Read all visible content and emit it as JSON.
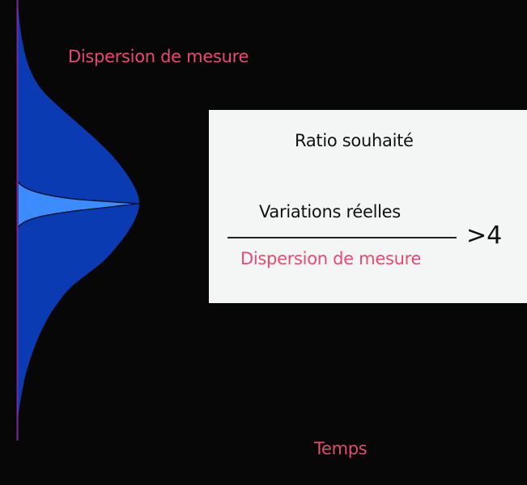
{
  "diagram": {
    "top_label": "Dispersion de mesure",
    "x_axis_label": "Temps",
    "ratio_box": {
      "title": "Ratio souhaité",
      "numerator": "Variations réelles",
      "denominator": "Dispersion de mesure",
      "threshold": ">4"
    },
    "colors": {
      "background": "#070707",
      "axis": "#7a2a9a",
      "wide_distribution": "#0b3bb3",
      "narrow_distribution": "#3d8cff",
      "label_pink": "#e84a72",
      "box_background": "#f4f6f6"
    }
  }
}
